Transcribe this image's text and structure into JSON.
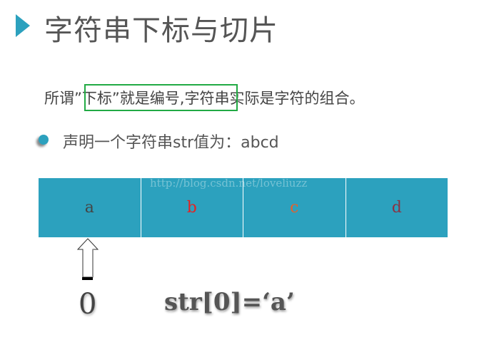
{
  "title": "字符串下标与切片",
  "paragraph": {
    "prefix": "所谓",
    "highlight": "”下标”就是编号",
    "suffix": ",字符串实际是字符的组合。"
  },
  "bullet": "声明一个字符串str值为：abcd",
  "watermark": "http://blog.csdn.net/loveliuzz",
  "cells": [
    {
      "char": "a",
      "color": "#444444"
    },
    {
      "char": "b",
      "color": "#e52222"
    },
    {
      "char": "c",
      "color": "#e8602a"
    },
    {
      "char": "d",
      "color": "#8a3344"
    }
  ],
  "index_label": "0",
  "expression": "str[0]=‘a’",
  "colors": {
    "accent": "#2ca1be",
    "highlight_box": "#22aa44"
  }
}
